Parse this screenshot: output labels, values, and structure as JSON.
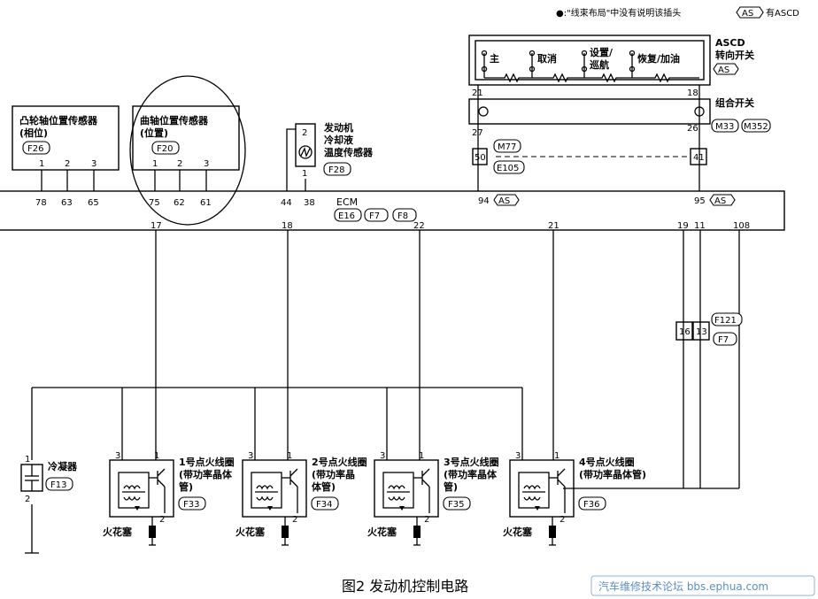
{
  "legend": {
    "bullet_note": "●:\"线束布局\"中没有说明该插头",
    "as_tag": "AS",
    "as_text": "有ASCD"
  },
  "ascd_switch": {
    "title_line1": "ASCD",
    "title_line2": "转向开关",
    "tag": "AS",
    "switches": [
      "主",
      "取消",
      "设置/",
      "巡航",
      "恢复/加油"
    ],
    "pin_left": "21",
    "pin_right": "18"
  },
  "combo_switch": {
    "label": "组合开关",
    "pin_left": "27",
    "pin_right": "26",
    "connectors": [
      "M33",
      "M352"
    ]
  },
  "joint": {
    "left_pin": "50",
    "right_pin": "41",
    "connectors": [
      "M77",
      "E105"
    ]
  },
  "cam_sensor": {
    "line1": "凸轮轴位置传感器",
    "line2": "(相位)",
    "connector": "F26",
    "pins": [
      "1",
      "2",
      "3"
    ],
    "ecm_pins": [
      "78",
      "63",
      "65"
    ]
  },
  "crank_sensor": {
    "line1": "曲轴位置传感器",
    "line2": "(位置)",
    "connector": "F20",
    "pins": [
      "1",
      "2",
      "3"
    ],
    "ecm_pins": [
      "75",
      "62",
      "61"
    ]
  },
  "coolant_sensor": {
    "line1": "发动机",
    "line2": "冷却液",
    "line3": "温度传感器",
    "connector": "F28",
    "pin_top": "2",
    "pin_bottom": "1",
    "ecm_pins": [
      "44",
      "38"
    ]
  },
  "ecm": {
    "label": "ECM",
    "connectors": [
      "E16",
      "F7",
      "F8"
    ],
    "pin_94": "94",
    "pin_95": "95",
    "as_tag": "AS",
    "bottom_pins": [
      "17",
      "18",
      "22",
      "21",
      "19",
      "11",
      "108"
    ]
  },
  "joint_f121": {
    "pins": [
      "16",
      "13"
    ],
    "connectors": [
      "F121",
      "F7"
    ]
  },
  "condenser": {
    "label": "冷凝器",
    "connector": "F13",
    "pin_top": "1",
    "pin_bottom": "2"
  },
  "coils": [
    {
      "line1": "1号点火线圈",
      "line2": "(带功率晶体",
      "line3": "管)",
      "connector": "F33",
      "spark": "火花塞"
    },
    {
      "line1": "2号点火线圈",
      "line2": "(带功率晶",
      "line3": "体管)",
      "connector": "F34",
      "spark": "火花塞"
    },
    {
      "line1": "3号点火线圈",
      "line2": "(带功率晶体",
      "line3": "管)",
      "connector": "F35",
      "spark": "火花塞"
    },
    {
      "line1": "4号点火线圈",
      "line2": "(带功率晶体管)",
      "line3": "",
      "connector": "F36",
      "spark": "火花塞"
    }
  ],
  "coil_pins": {
    "p1": "1",
    "p2": "2",
    "p3": "3"
  },
  "caption": "图2   发动机控制电路",
  "watermark": "汽车维修技术论坛 bbs.ephua.com"
}
